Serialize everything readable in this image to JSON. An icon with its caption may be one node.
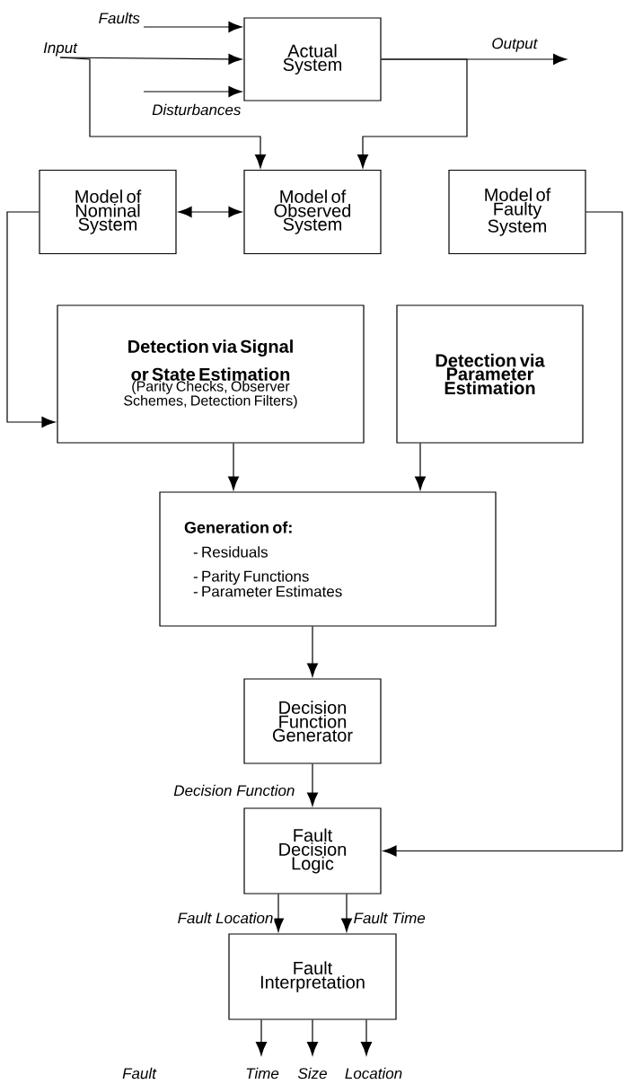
{
  "diagram": {
    "nodes": [
      {
        "text": [
          "Actual System"
        ]
      },
      {
        "text": [
          "Model of Nominal System"
        ]
      },
      {
        "text": [
          "Model of Observed System"
        ]
      },
      {
        "text": [
          "Model of Faulty System"
        ]
      },
      {
        "text": [
          "Detection via Signal or State Estimation",
          "(Parity Checks, Observer Schemes, Detection Filters)"
        ]
      },
      {
        "text": [
          "Detection via Parameter Estimation"
        ]
      },
      {
        "text": [
          "Generation of:",
          "- Residuals",
          "- Parity Functions",
          "- Parameter Estimates"
        ]
      },
      {
        "text": [
          "Decision Function Generator"
        ]
      },
      {
        "text": [
          "Fault Decision Logic"
        ]
      },
      {
        "text": [
          "Fault Interpretation"
        ]
      },
      {
        "text": [
          "Input"
        ]
      }
    ],
    "edges": [
      {
        "from": null,
        "to": 0,
        "arrow": "to",
        "label": "Faults"
      },
      {
        "from": 10,
        "to": 0,
        "arrow": "to"
      },
      {
        "from": null,
        "to": 0,
        "arrow": "to",
        "label": "Disturbances"
      },
      {
        "from": 10,
        "to": 2,
        "arrow": "to"
      },
      {
        "from": 0,
        "to": null,
        "arrow": "to",
        "label": "Output"
      },
      {
        "from": 0,
        "to": 2,
        "arrow": "to"
      },
      {
        "from": 1,
        "to": 2,
        "arrow": "both"
      },
      {
        "from": 1,
        "to": 4,
        "arrow": "to"
      },
      {
        "from": 3,
        "to": 8,
        "arrow": "to"
      },
      {
        "from": 4,
        "to": 6,
        "arrow": "to"
      },
      {
        "from": 5,
        "to": 6,
        "arrow": "to"
      },
      {
        "from": 6,
        "to": 7,
        "arrow": "to"
      },
      {
        "from": 7,
        "to": 8,
        "arrow": "to",
        "label": "Decision Function"
      },
      {
        "from": 8,
        "to": 9,
        "arrow": "to",
        "label": "Fault Location"
      },
      {
        "from": 8,
        "to": 9,
        "arrow": "to",
        "label": "Fault Time"
      },
      {
        "from": 9,
        "to": null,
        "arrow": "to",
        "label": "Time"
      },
      {
        "from": 9,
        "to": null,
        "arrow": "to",
        "label": "Size"
      },
      {
        "from": 9,
        "to": null,
        "arrow": "to",
        "label": "Location"
      }
    ],
    "labels": [
      "Fault"
    ]
  }
}
